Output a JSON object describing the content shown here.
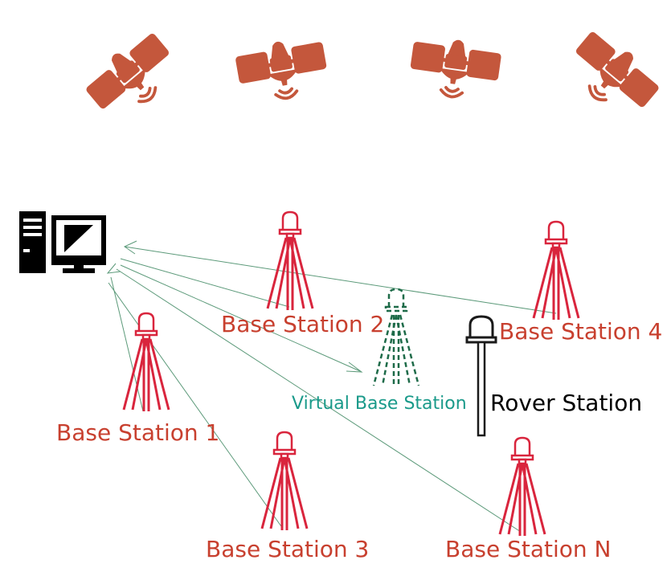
{
  "labels": {
    "base1": "Base Station 1",
    "base2": "Base Station 2",
    "base3": "Base Station 3",
    "base4": "Base Station 4",
    "baseN": "Base Station N",
    "virtual": "Virtual Base Station",
    "rover": "Rover Station"
  },
  "colors": {
    "satellite": "#c4573c",
    "tripod": "#d9253d",
    "label_red": "#c8402f",
    "virtual": "#1e6b49",
    "virtual_label": "#1a9a8a",
    "link": "#5c9a7a",
    "computer": "#000000"
  },
  "icons": {
    "satellite": "satellite-icon",
    "computer": "computer-icon",
    "base_station": "tripod-antenna-icon",
    "virtual_station": "dashed-tripod-icon",
    "rover": "rover-pole-icon"
  }
}
